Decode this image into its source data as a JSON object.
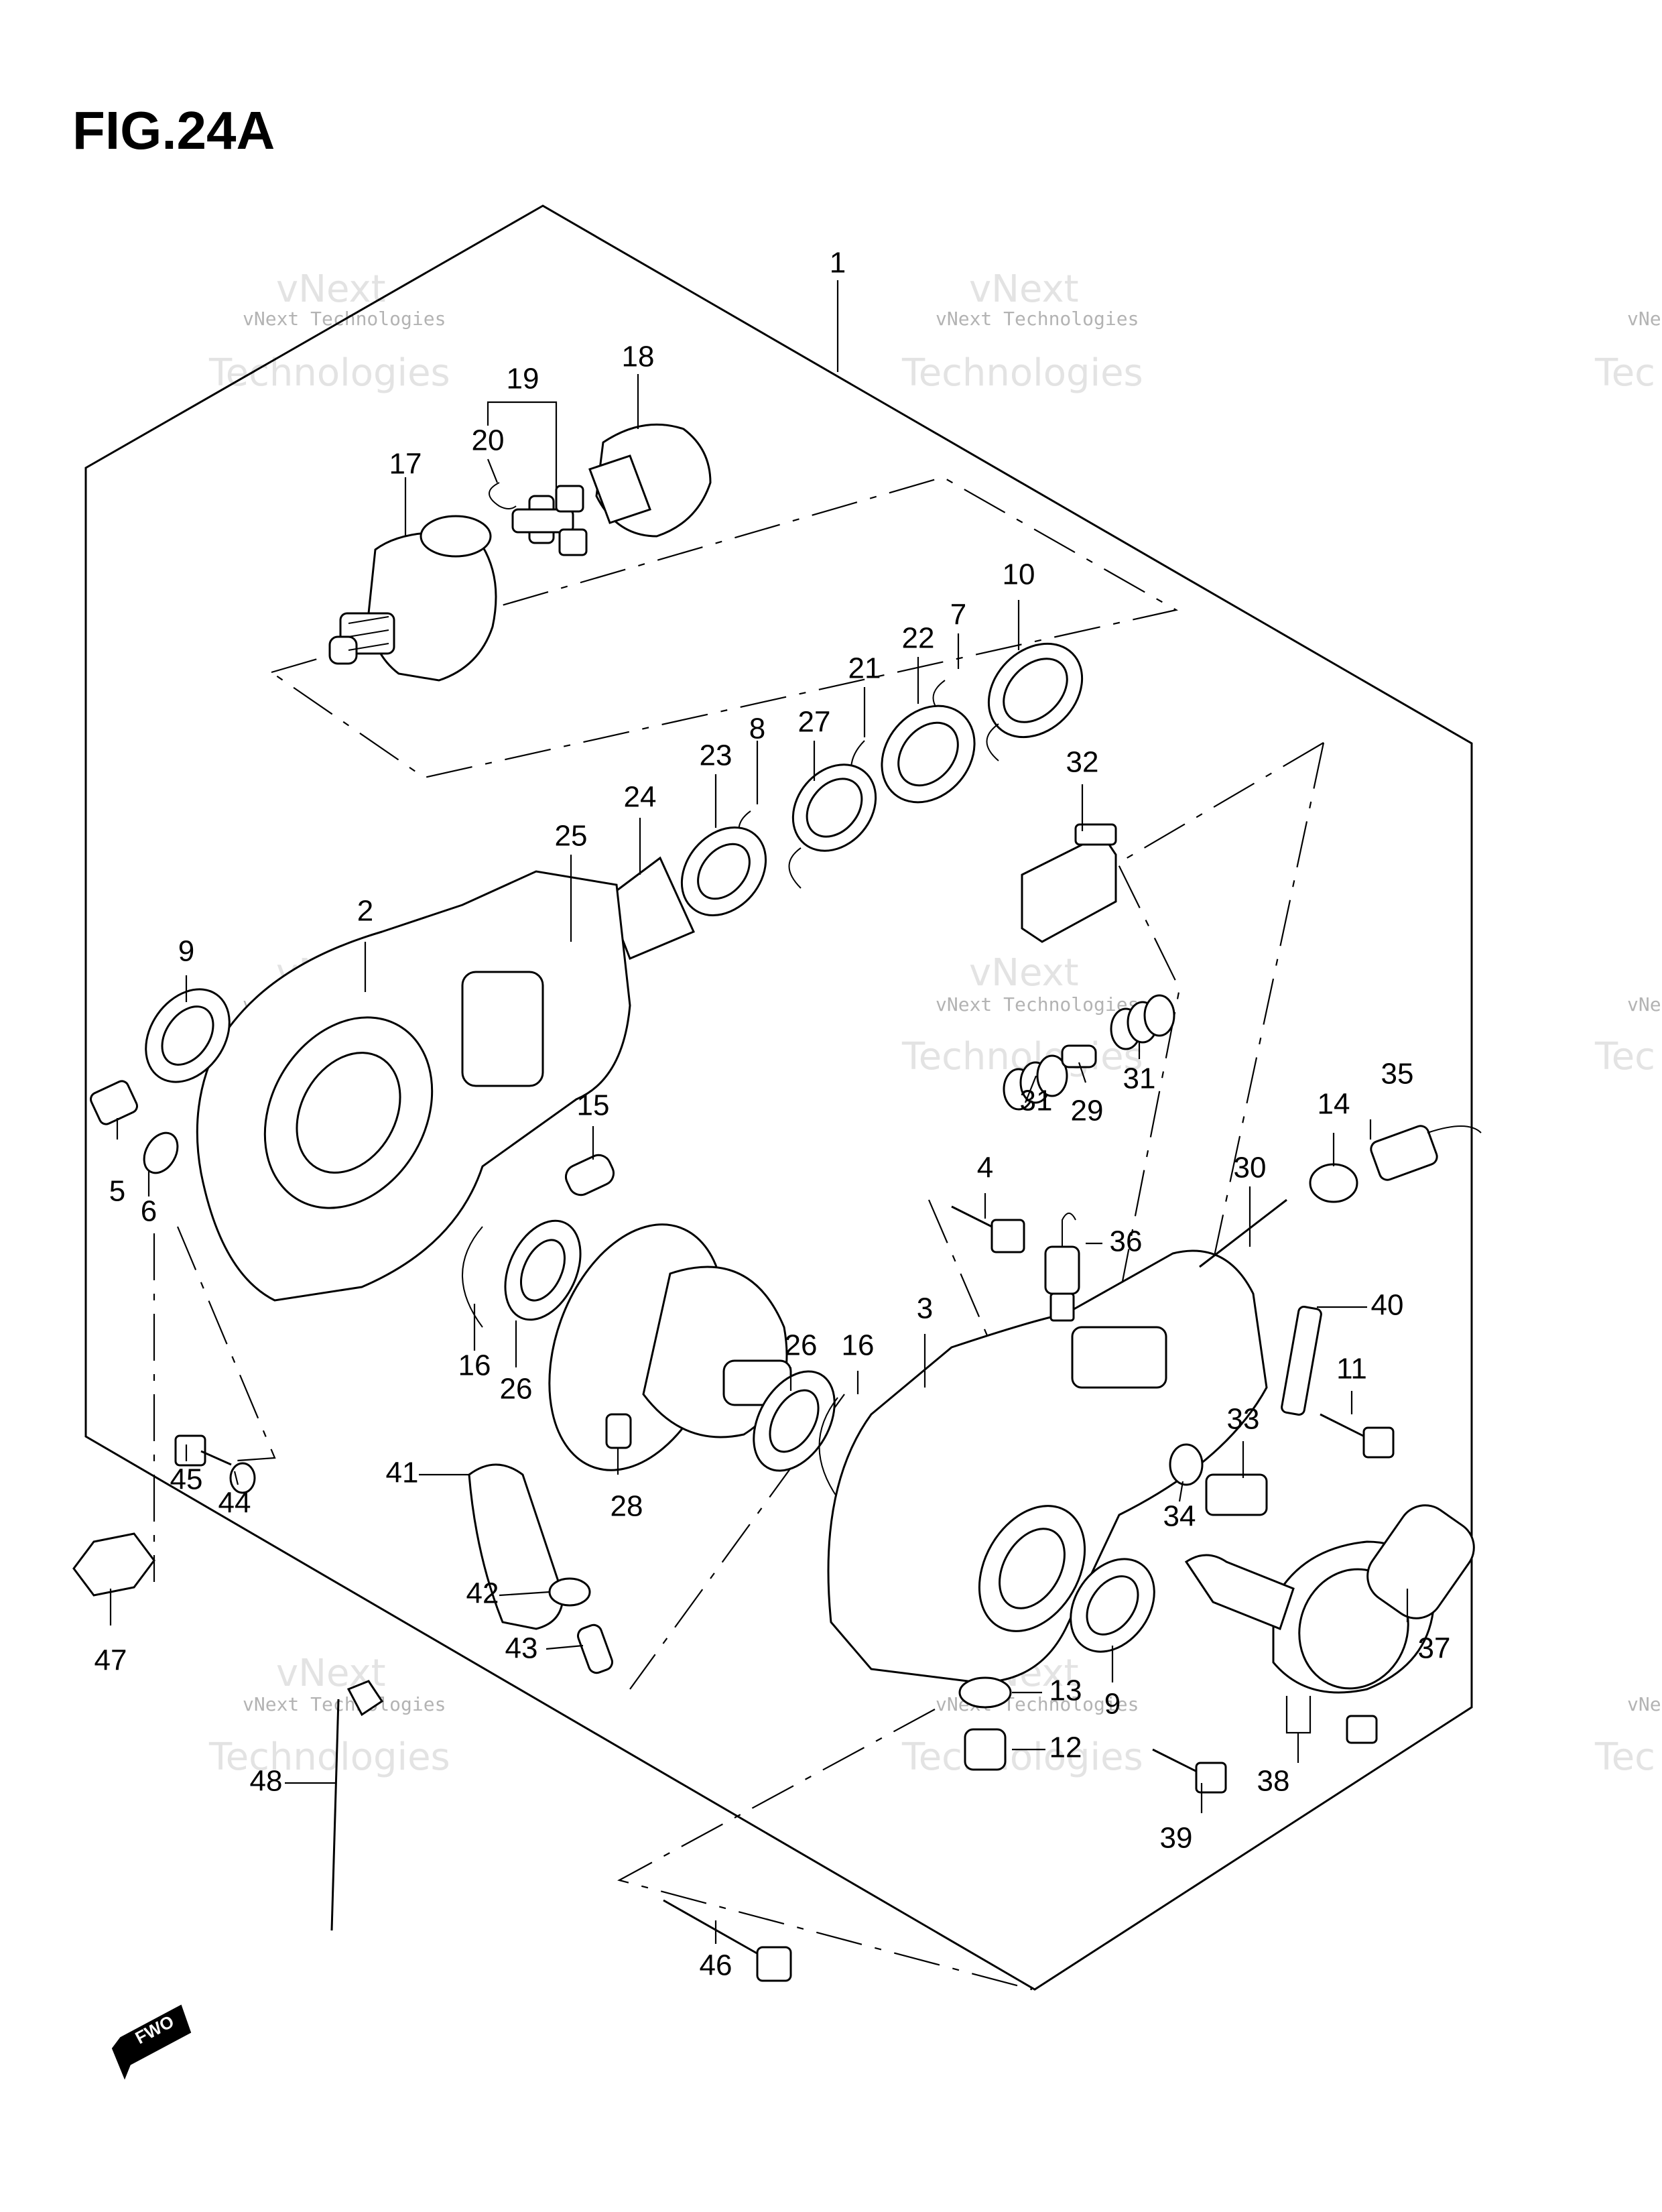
{
  "figure": {
    "title": "FIG.24A",
    "fwd_arrow_label": "FWO"
  },
  "watermark": {
    "line1": "vNext Technologies",
    "line2": "vNext",
    "line3": "Technologies",
    "edge_fragment_small": "vNe",
    "edge_fragment_big": "Tec"
  },
  "callouts": [
    {
      "id": "1",
      "label": "1"
    },
    {
      "id": "2",
      "label": "2"
    },
    {
      "id": "3",
      "label": "3"
    },
    {
      "id": "4",
      "label": "4"
    },
    {
      "id": "5",
      "label": "5"
    },
    {
      "id": "6",
      "label": "6"
    },
    {
      "id": "7",
      "label": "7"
    },
    {
      "id": "8",
      "label": "8"
    },
    {
      "id": "9a",
      "label": "9"
    },
    {
      "id": "9b",
      "label": "9"
    },
    {
      "id": "10",
      "label": "10"
    },
    {
      "id": "11",
      "label": "11"
    },
    {
      "id": "12",
      "label": "12"
    },
    {
      "id": "13",
      "label": "13"
    },
    {
      "id": "14",
      "label": "14"
    },
    {
      "id": "15",
      "label": "15"
    },
    {
      "id": "16a",
      "label": "16"
    },
    {
      "id": "16b",
      "label": "16"
    },
    {
      "id": "17",
      "label": "17"
    },
    {
      "id": "18",
      "label": "18"
    },
    {
      "id": "19",
      "label": "19"
    },
    {
      "id": "20",
      "label": "20"
    },
    {
      "id": "21",
      "label": "21"
    },
    {
      "id": "22",
      "label": "22"
    },
    {
      "id": "23",
      "label": "23"
    },
    {
      "id": "24",
      "label": "24"
    },
    {
      "id": "25",
      "label": "25"
    },
    {
      "id": "26a",
      "label": "26"
    },
    {
      "id": "26b",
      "label": "26"
    },
    {
      "id": "27",
      "label": "27"
    },
    {
      "id": "28",
      "label": "28"
    },
    {
      "id": "29",
      "label": "29"
    },
    {
      "id": "30",
      "label": "30"
    },
    {
      "id": "31a",
      "label": "31"
    },
    {
      "id": "31b",
      "label": "31"
    },
    {
      "id": "32",
      "label": "32"
    },
    {
      "id": "33",
      "label": "33"
    },
    {
      "id": "34",
      "label": "34"
    },
    {
      "id": "35",
      "label": "35"
    },
    {
      "id": "36",
      "label": "36"
    },
    {
      "id": "37",
      "label": "37"
    },
    {
      "id": "38",
      "label": "38"
    },
    {
      "id": "39",
      "label": "39"
    },
    {
      "id": "40",
      "label": "40"
    },
    {
      "id": "41",
      "label": "41"
    },
    {
      "id": "42",
      "label": "42"
    },
    {
      "id": "43",
      "label": "43"
    },
    {
      "id": "44",
      "label": "44"
    },
    {
      "id": "45",
      "label": "45"
    },
    {
      "id": "46",
      "label": "46"
    },
    {
      "id": "47",
      "label": "47"
    },
    {
      "id": "48",
      "label": "48"
    }
  ]
}
